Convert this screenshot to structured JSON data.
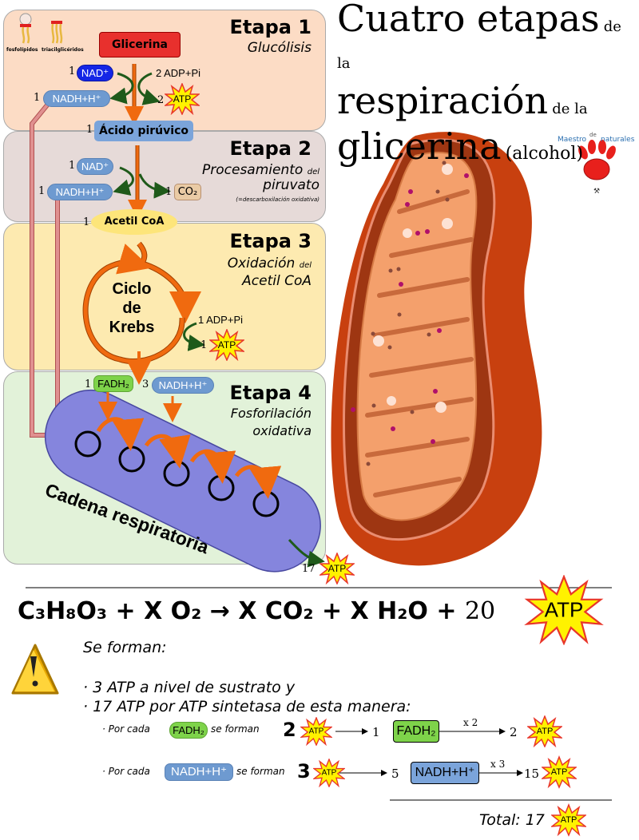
{
  "title": {
    "line1_big": "Cuatro etapas",
    "line1_small": "de la",
    "line2_big": "respiración",
    "line2_small": "de la",
    "line3_big": "glicerina",
    "line3_small": "(alcohol)"
  },
  "logo": {
    "text_left": "Maestro",
    "text_mid": "de",
    "text_right": "naturales"
  },
  "lipids": {
    "phospholipids": "fosfolípidos",
    "triglycerides": "triacilglicéridos"
  },
  "stage1": {
    "title": "Etapa 1",
    "subtitle": "Glucólisis",
    "substrate": "Glicerina",
    "nad_count": "1",
    "nad": "NAD⁺",
    "nadh_count": "1",
    "nadh": "NADH+H⁺",
    "adp_label": "2 ADP+Pi",
    "atp_count": "2",
    "atp": "ATP",
    "product_count": "1",
    "product": "Ácido pirúvico"
  },
  "stage2": {
    "title": "Etapa 2",
    "subtitle_big": "Procesamiento",
    "subtitle_small": "del",
    "subtitle_line2": "piruvato",
    "note": "(=descarboxilación oxidativa)",
    "nad_count": "1",
    "nad": "NAD⁺",
    "nadh_count": "1",
    "nadh": "NADH+H⁺",
    "co2_count": "1",
    "co2": "CO₂",
    "product_count": "1",
    "product": "Acetil CoA"
  },
  "stage3": {
    "title": "Etapa 3",
    "subtitle_big": "Oxidación",
    "subtitle_small": "del",
    "subtitle_line2": "Acetil CoA",
    "cycle_line1": "Ciclo",
    "cycle_line2": "de",
    "cycle_line3": "Krebs",
    "adp_label": "1 ADP+Pi",
    "atp_count": "1",
    "atp": "ATP"
  },
  "stage4": {
    "title": "Etapa 4",
    "subtitle_line1": "Fosforilación",
    "subtitle_line2": "oxidativa",
    "fadh_count": "1",
    "fadh": "FADH₂",
    "nadh_count": "3",
    "nadh": "NADH+H⁺",
    "chain_label": "Cadena respiratoria",
    "atp_count": "17",
    "atp": "ATP"
  },
  "equation": {
    "reactant": "C₃H₈O₃ + X O₂ → X CO₂ + X H₂O +",
    "atp_count": "20",
    "atp": "ATP"
  },
  "notes": {
    "heading": "Se forman:",
    "bullet1": "· 3 ATP a nivel de sustrato y",
    "bullet2": "· 17 ATP por ATP sintetasa de esta manera:",
    "fadh_row": {
      "prefix": "· Por cada",
      "molecule": "FADH₂",
      "mid": "se forman",
      "per": "2",
      "atp": "ATP",
      "count": "1",
      "box": "FADH₂",
      "multiplier": "x 2",
      "result": "2"
    },
    "nadh_row": {
      "prefix": "· Por cada",
      "molecule": "NADH+H⁺",
      "mid": "se forman",
      "per": "3",
      "atp": "ATP",
      "count": "5",
      "box": "NADH+H⁺",
      "multiplier": "x 3",
      "result": "15"
    },
    "total_label": "Total: 17",
    "total_atp": "ATP"
  },
  "colors": {
    "stage1_bg": "#fcdcc5",
    "stage2_bg": "#e6dad8",
    "stage3_bg": "#fdeab0",
    "stage4_bg": "#e2f2d9",
    "arrow_orange": "#f06a0f",
    "arrow_green": "#1f5a1a",
    "atp_star": "#fff200",
    "atp_outline": "#e8362a",
    "chain": "#8585dd",
    "glycerin": "#e8302d",
    "nadh": "#6e9ad0",
    "fadh": "#7ed34a"
  }
}
